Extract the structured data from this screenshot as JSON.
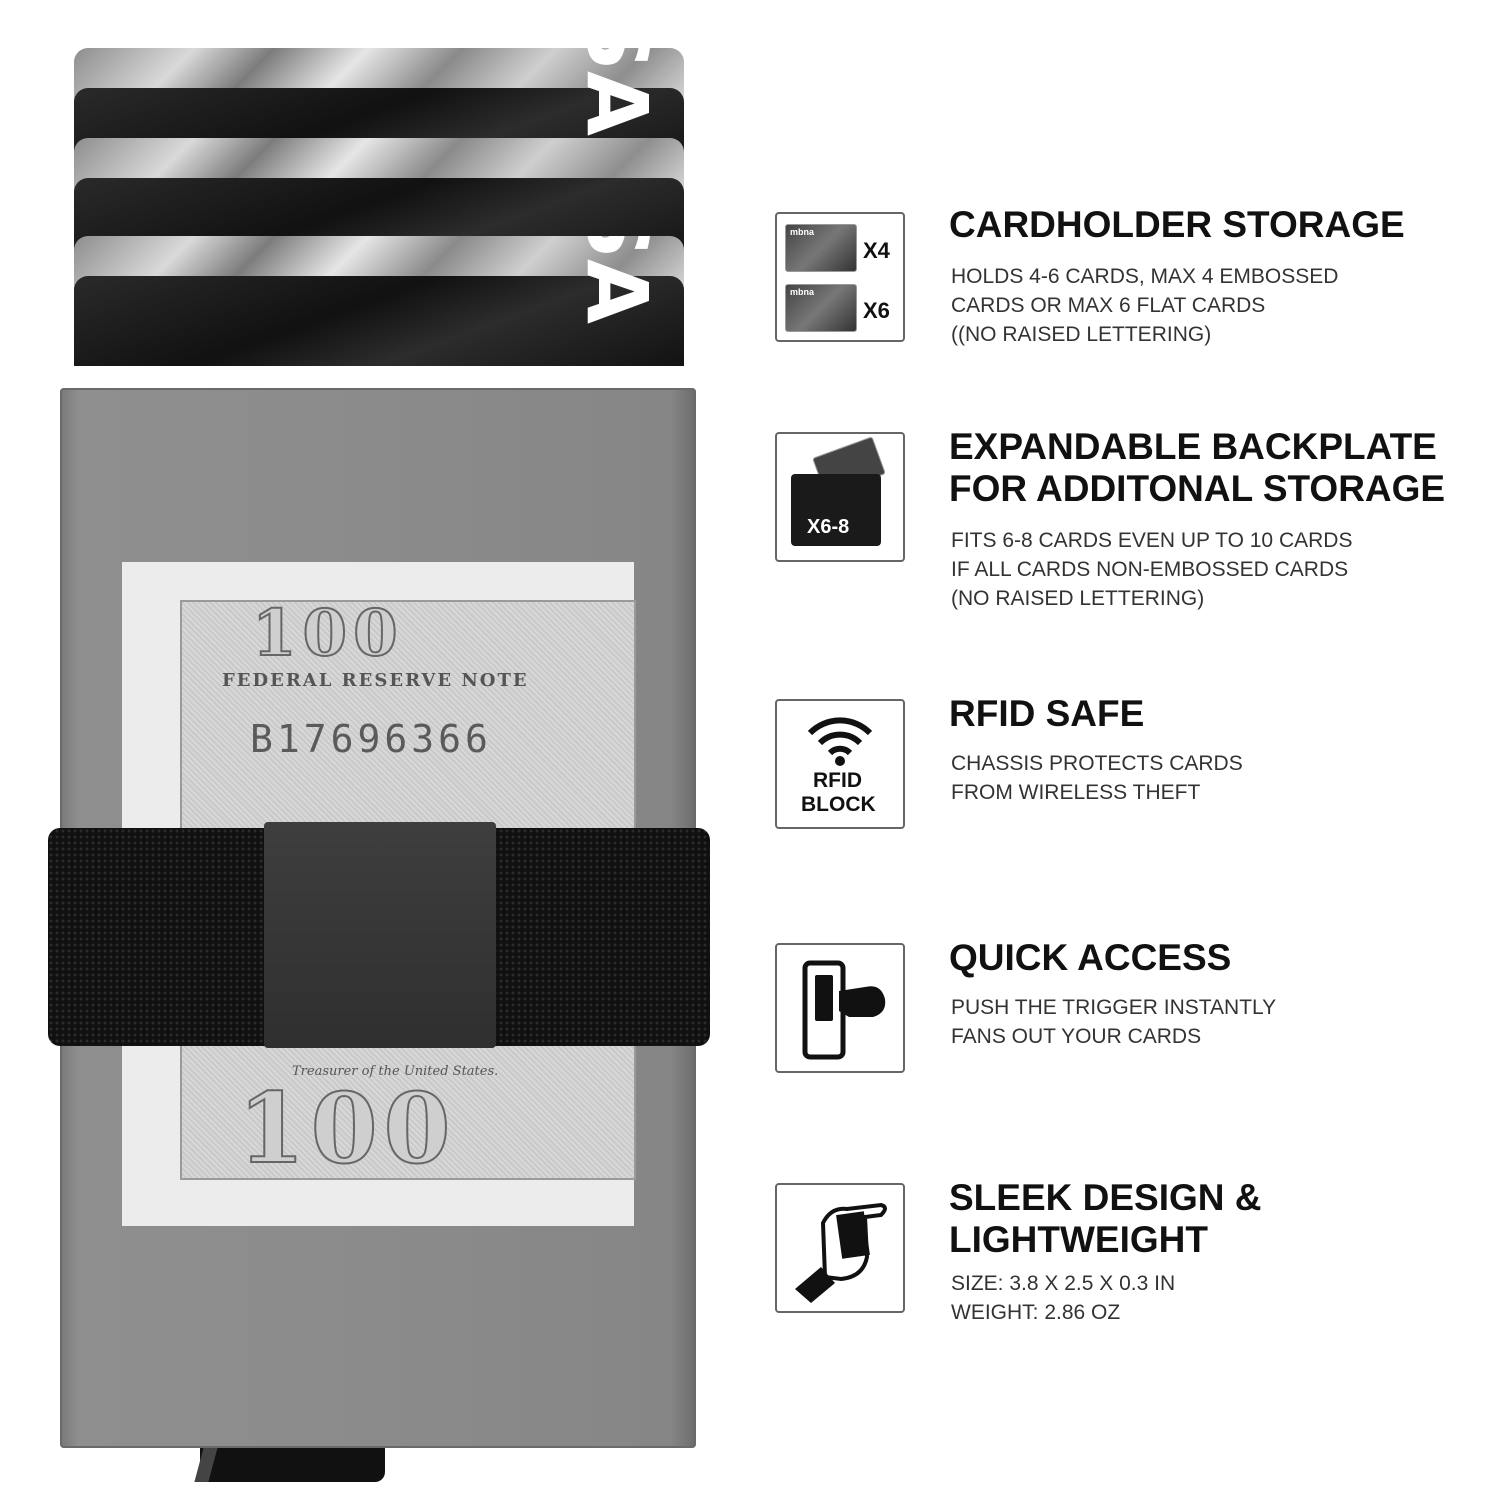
{
  "product": {
    "card_brand": "VISA",
    "bill_denomination": "100",
    "bill_heading": "FEDERAL RESERVE NOTE",
    "bill_serial": "B17696366",
    "bill_treasurer": "Treasurer of the United States."
  },
  "features": [
    {
      "title_lines": [
        "CARDHOLDER STORAGE"
      ],
      "desc_lines": [
        "HOLDS 4-6 CARDS, MAX 4 EMBOSSED",
        "CARDS OR MAX 6 FLAT CARDS",
        "((NO RAISED LETTERING)"
      ],
      "icon": "stacked-cards-icon",
      "icon_labels": [
        "X4",
        "X6"
      ],
      "icon_card_text": "mbna"
    },
    {
      "title_lines": [
        "EXPANDABLE BACKPLATE",
        "FOR ADDITONAL STORAGE"
      ],
      "desc_lines": [
        "FITS 6-8 CARDS EVEN UP TO 10 CARDS",
        "IF ALL CARDS NON-EMBOSSED CARDS",
        "(NO RAISED LETTERING)"
      ],
      "icon": "backplate-icon",
      "icon_labels": [
        "X6-8"
      ]
    },
    {
      "title_lines": [
        "RFID SAFE"
      ],
      "desc_lines": [
        "CHASSIS PROTECTS CARDS",
        "FROM WIRELESS THEFT"
      ],
      "icon": "rfid-block-icon",
      "icon_labels": [
        "RFID",
        "BLOCK"
      ]
    },
    {
      "title_lines": [
        "QUICK ACCESS"
      ],
      "desc_lines": [
        "PUSH THE TRIGGER INSTANTLY",
        "FANS OUT YOUR CARDS"
      ],
      "icon": "push-trigger-icon"
    },
    {
      "title_lines": [
        "SLEEK DESIGN &",
        "LIGHTWEIGHT"
      ],
      "desc_lines": [
        "SIZE: 3.8 X 2.5 X 0.3 IN",
        "WEIGHT: 2.86  OZ"
      ],
      "icon": "hand-card-icon"
    }
  ]
}
